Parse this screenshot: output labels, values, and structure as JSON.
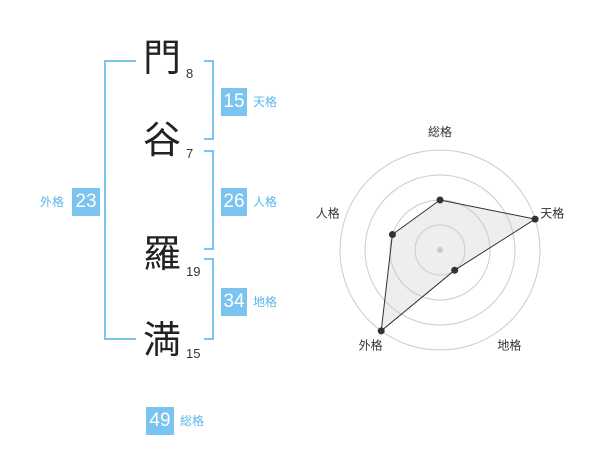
{
  "name_chars": [
    {
      "char": "門",
      "strokes": "8"
    },
    {
      "char": "谷",
      "strokes": "7"
    },
    {
      "char": "羅",
      "strokes": "19"
    },
    {
      "char": "満",
      "strokes": "15"
    }
  ],
  "kakusu": {
    "tenkaku": {
      "value": "15",
      "label": "天格"
    },
    "jinkaku": {
      "value": "26",
      "label": "人格"
    },
    "chikaku": {
      "value": "34",
      "label": "地格"
    },
    "gaikaku": {
      "value": "23",
      "label": "外格"
    },
    "soukaku": {
      "value": "49",
      "label": "総格"
    }
  },
  "colors": {
    "accent": "#7cc4f0",
    "badge_text": "#ffffff"
  },
  "chart_data": {
    "type": "radar",
    "axes": [
      "総格",
      "天格",
      "地格",
      "外格",
      "人格"
    ],
    "values": [
      2,
      4,
      1,
      4,
      2
    ],
    "max": 4,
    "rings": 4
  }
}
